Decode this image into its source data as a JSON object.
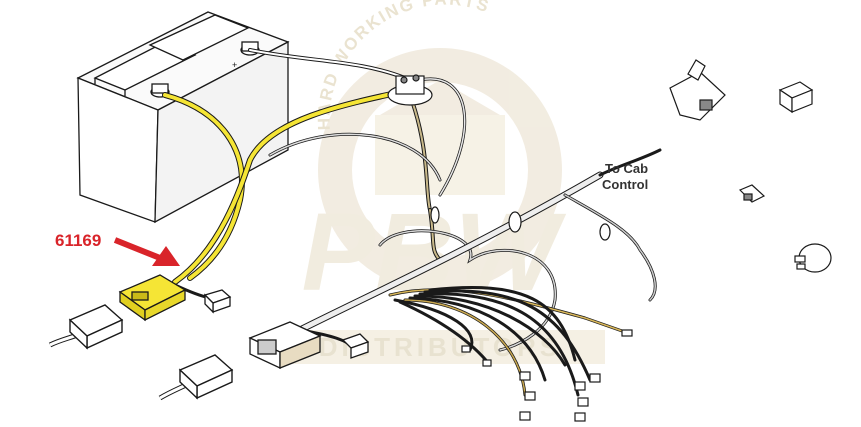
{
  "diagram": {
    "part_number": "61169",
    "to_cab_label_line1": "To Cab",
    "to_cab_label_line2": "Control",
    "watermark": {
      "arc_text": "HARD WORKING PARTS",
      "big_text": "PBW",
      "sub_text": "DISTRIBUTORS"
    }
  },
  "colors": {
    "callout": "#d9242a",
    "highlight_wire": "#f5e535",
    "outline": "#1a1a1a",
    "wire_tan": "#c9b98a",
    "watermark": "#f3ecd8"
  }
}
